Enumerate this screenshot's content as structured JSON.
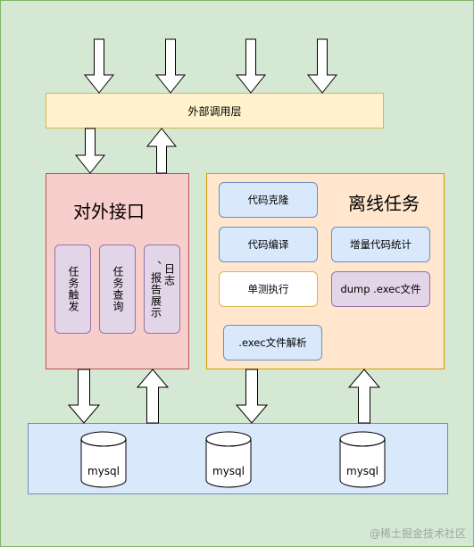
{
  "outer_layer": {
    "label": "外部调用层"
  },
  "interface": {
    "title": "对外接口",
    "items": [
      {
        "label": "任务触发"
      },
      {
        "label": "任务查询"
      },
      {
        "label_line1": "日志",
        "label_line2": "、报告展示"
      }
    ]
  },
  "offline": {
    "title": "离线任务",
    "items": [
      {
        "label": "代码克隆"
      },
      {
        "label": "代码编译"
      },
      {
        "label": "单测执行"
      },
      {
        "label": ".exec文件解析"
      },
      {
        "label": "增量代码统计"
      },
      {
        "label": "dump .exec文件"
      }
    ]
  },
  "databases": [
    {
      "label": "mysql"
    },
    {
      "label": "mysql"
    },
    {
      "label": "mysql"
    }
  ],
  "watermark": "@稀土掘金技术社区",
  "colors": {
    "background": "#d5e8d4",
    "outer_layer": "#fff2cc",
    "interface": "#f8cecc",
    "offline": "#ffe6cc",
    "db_strip": "#dae8fc",
    "lilac": "#e1d5e7"
  }
}
